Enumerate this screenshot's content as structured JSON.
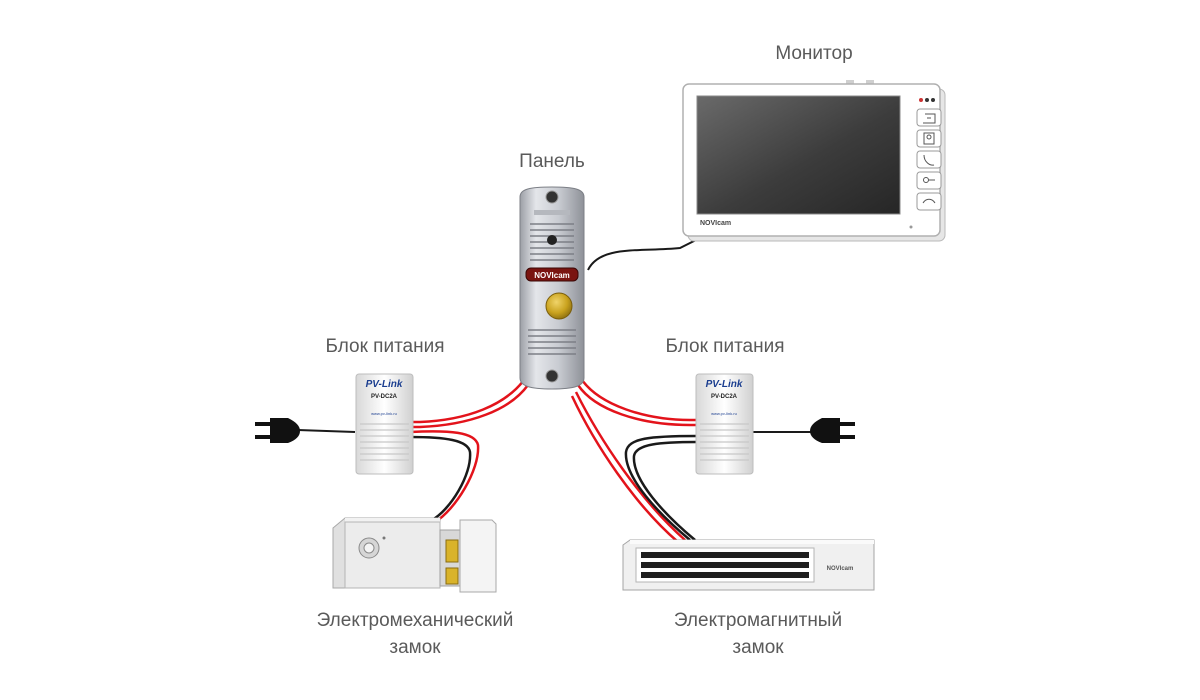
{
  "labels": {
    "monitor": "Монитор",
    "panel": "Панель",
    "psu_left": "Блок питания",
    "psu_right": "Блок питания",
    "lock_mech_line1": "Электромеханический",
    "lock_mech_line2": "замок",
    "lock_mag_line1": "Электромагнитный",
    "lock_mag_line2": "замок"
  },
  "device_text": {
    "monitor_brand": "NOVIcam",
    "panel_brand": "NOVIcam",
    "psu_brand": "PV-Link",
    "psu_model": "PV-DC2A",
    "psu_url": "www.pv-link.ru",
    "maglock_brand": "NOVIcam"
  },
  "colors": {
    "wire_red": "#e3131b",
    "wire_black": "#1a1a1a",
    "label_text": "#5a5a5a",
    "psu_brand_blue": "#1a3d8f",
    "panel_button_gold": "#c9a21e"
  }
}
